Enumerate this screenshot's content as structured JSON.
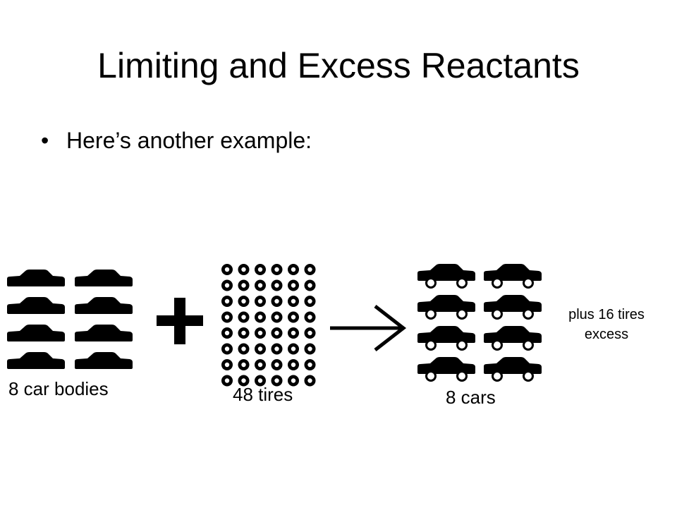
{
  "slide": {
    "title": "Limiting and Excess Reactants",
    "bullets": [
      {
        "marker": "•",
        "text": "Here’s another example:"
      }
    ]
  },
  "diagram": {
    "reactant_1": {
      "label": "8 car bodies",
      "count": 8
    },
    "operator": "+",
    "reactant_2": {
      "label": "48 tires",
      "count": 48
    },
    "arrow": "yields",
    "product": {
      "label": "8 cars",
      "count": 8
    },
    "excess_note": [
      "plus 16 tires",
      "excess"
    ]
  },
  "icons": [
    "car-body-icon",
    "tire-icon",
    "plus-icon",
    "arrow-right-icon",
    "car-icon"
  ],
  "colors": {
    "ink": "#000000",
    "background": "#ffffff"
  }
}
